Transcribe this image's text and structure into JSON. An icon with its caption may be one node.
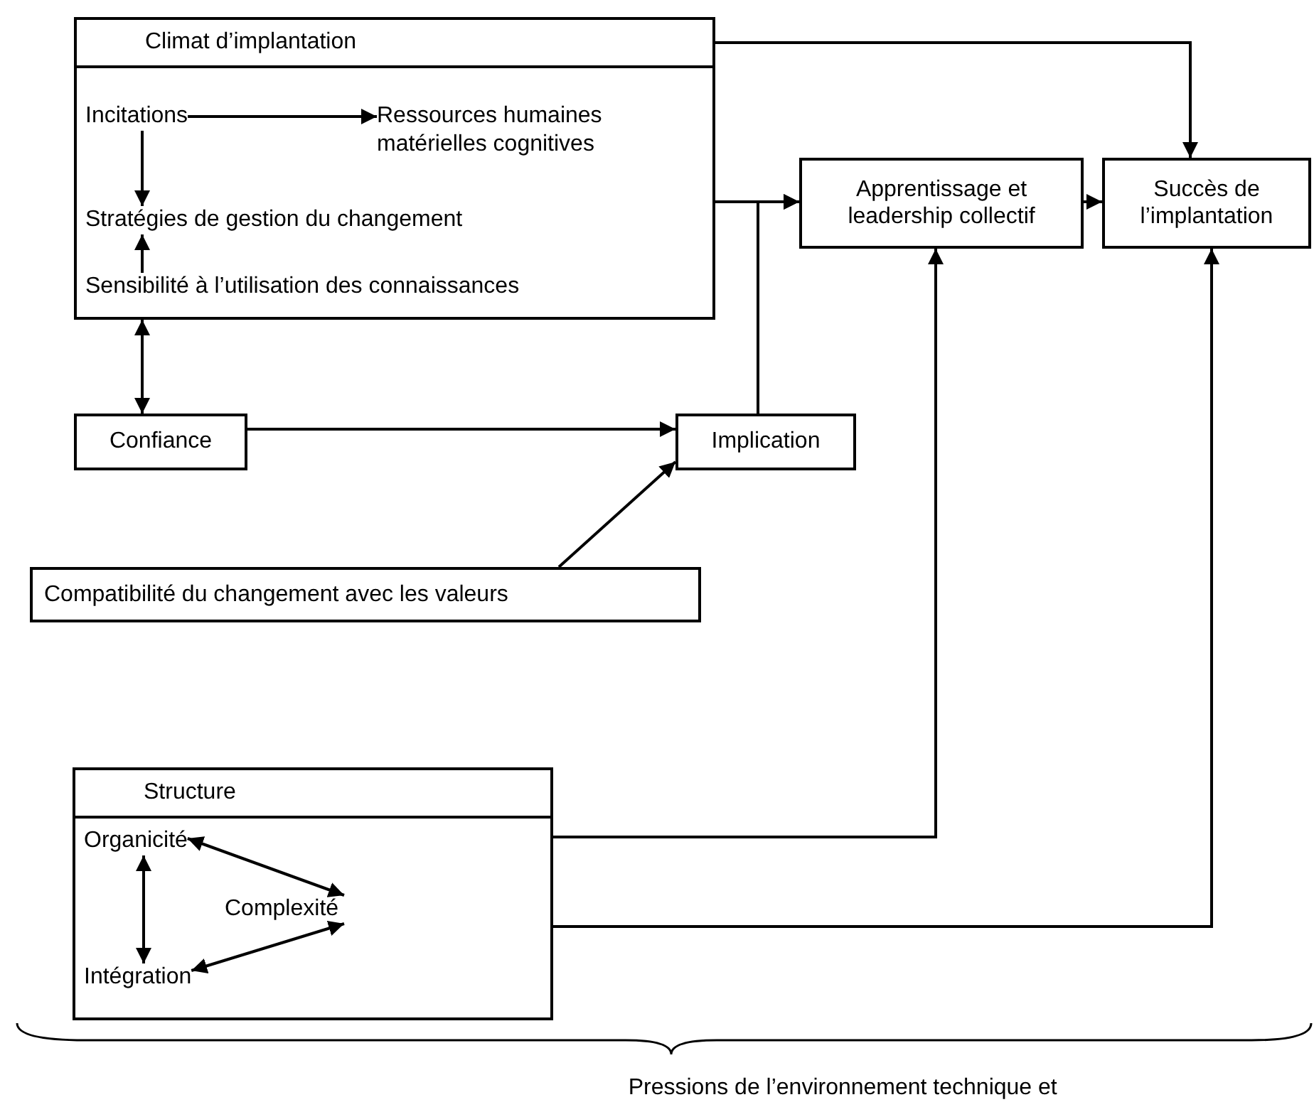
{
  "diagram": {
    "nodes": [
      {
        "text": [
          "Climat d’implantation"
        ]
      },
      {
        "text": [
          "Incitations"
        ],
        "in": 0
      },
      {
        "text": [
          "Ressources humaines matérielles cognitives"
        ],
        "in": 0
      },
      {
        "text": [
          "Stratégies de gestion du changement"
        ],
        "in": 0
      },
      {
        "text": [
          "Sensibilité à l’utilisation des connaissances"
        ],
        "in": 0
      },
      {
        "text": [
          "Confiance"
        ]
      },
      {
        "text": [
          "Implication"
        ]
      },
      {
        "text": [
          "Compatibilité du changement avec les valeurs"
        ]
      },
      {
        "text": [
          "Apprentissage et leadership collectif"
        ]
      },
      {
        "text": [
          "Succès de l’implantation"
        ]
      },
      {
        "text": [
          "Structure"
        ]
      },
      {
        "text": [
          "Organicité"
        ],
        "in": 10
      },
      {
        "text": [
          "Complexité"
        ],
        "in": 10
      },
      {
        "text": [
          "Intégration"
        ],
        "in": 10
      }
    ],
    "edges": [
      {
        "from": 1,
        "to": 2,
        "arrow": "to"
      },
      {
        "from": 1,
        "to": 3,
        "arrow": "to"
      },
      {
        "from": 4,
        "to": 3,
        "arrow": "to"
      },
      {
        "from": 0,
        "to": 5,
        "arrow": "both"
      },
      {
        "from": 5,
        "to": 6,
        "arrow": "to"
      },
      {
        "from": 7,
        "to": 6,
        "arrow": "to"
      },
      {
        "from": 6,
        "to": 8,
        "arrow": "to"
      },
      {
        "from": 0,
        "to": 8,
        "arrow": "to"
      },
      {
        "from": 0,
        "to": 9,
        "arrow": "to"
      },
      {
        "from": 8,
        "to": 9,
        "arrow": "to"
      },
      {
        "from": 10,
        "to": 8,
        "arrow": "to"
      },
      {
        "from": 10,
        "to": 9,
        "arrow": "to"
      },
      {
        "from": 11,
        "to": 12,
        "arrow": "both"
      },
      {
        "from": 12,
        "to": 13,
        "arrow": "both"
      },
      {
        "from": 11,
        "to": 13,
        "arrow": "both"
      }
    ],
    "labels": [
      "Pressions de l’environnement technique et"
    ]
  }
}
